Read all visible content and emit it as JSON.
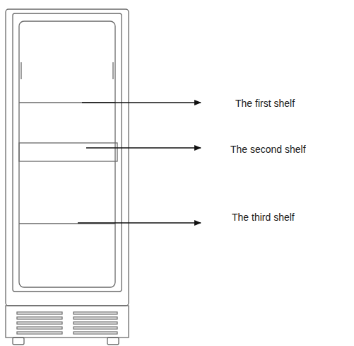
{
  "diagram": {
    "labels": [
      "The first shelf",
      "The second shelf",
      "The third shelf"
    ]
  }
}
